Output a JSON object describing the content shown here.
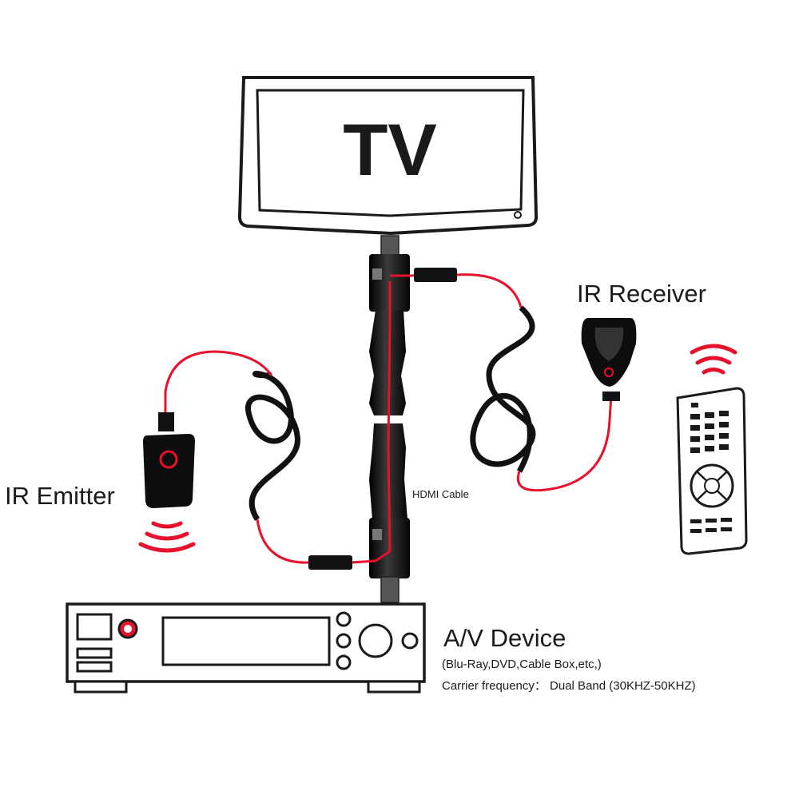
{
  "tv": {
    "label": "TV"
  },
  "labels": {
    "ir_receiver": "IR Receiver",
    "ir_emitter": "IR Emitter",
    "hdmi_cable": "HDMI Cable"
  },
  "av_device": {
    "title": "A/V Device",
    "subtitle": "(Blu-Ray,DVD,Cable Box,etc,)",
    "frequency": "Carrier frequency： Dual Band (30KHZ-50KHZ)"
  },
  "colors": {
    "ir_wire": "#e8112d",
    "outline": "#1a1a1a",
    "cable": "#111111",
    "signal": "#e8112d"
  }
}
